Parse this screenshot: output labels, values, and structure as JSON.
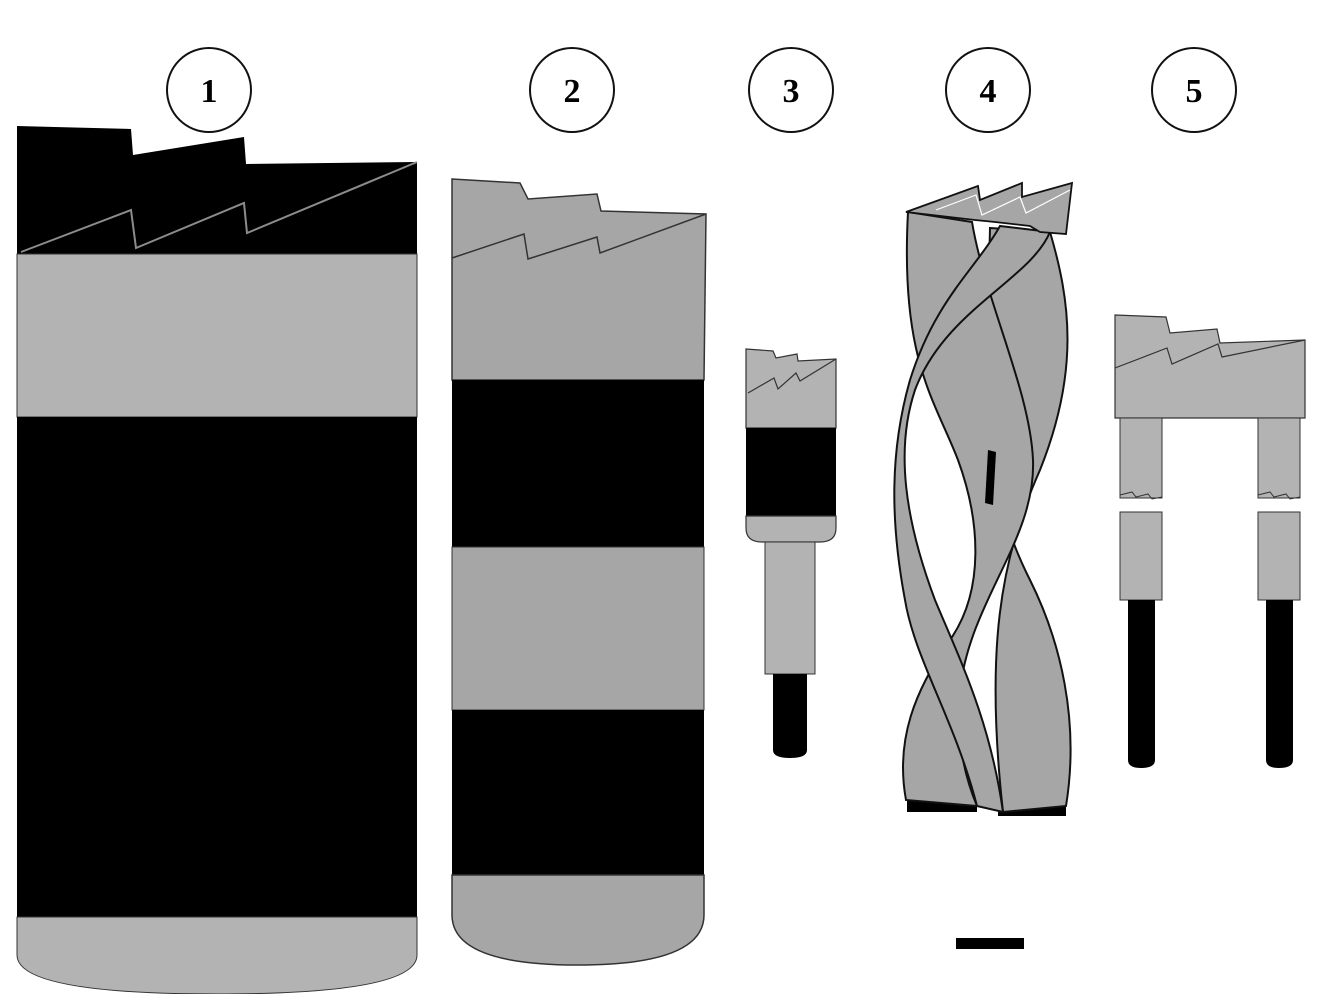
{
  "labels": [
    "1",
    "2",
    "3",
    "4",
    "5"
  ],
  "colors": {
    "background": "#ffffff",
    "dark": "#000000",
    "light_gray": "#b3b3b3",
    "mid_gray": "#a6a6a6",
    "outline": "#222222"
  }
}
